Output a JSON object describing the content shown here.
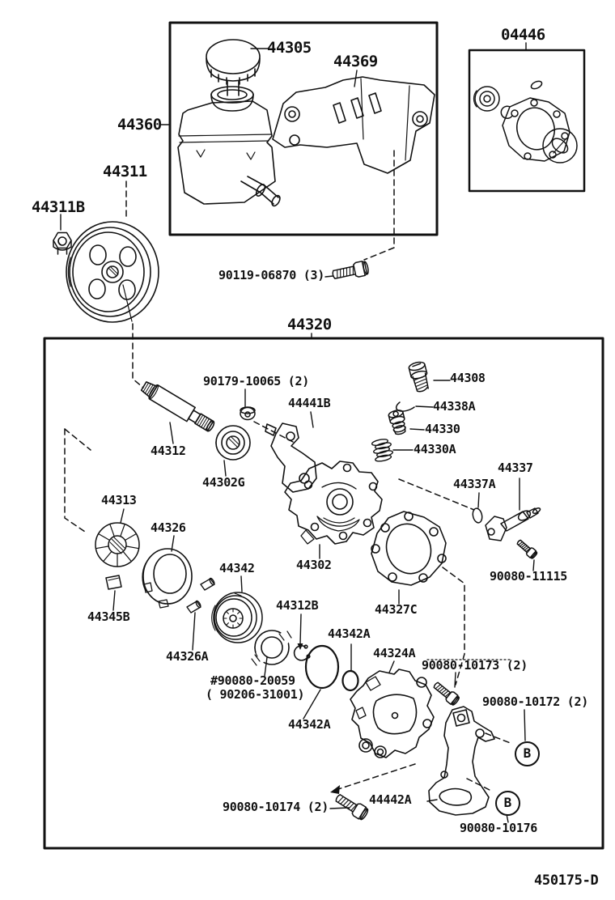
{
  "diagram": {
    "code": "450175-D",
    "assemblies": {
      "reservoir": "44360",
      "pump": "44320",
      "seal_kit": "04446"
    },
    "callouts": {
      "c44305": "44305",
      "c44369": "44369",
      "c44311": "44311",
      "c44311B": "44311B",
      "c90119_06870": "90119-06870 (3)",
      "c90179_10065": "90179-10065 (2)",
      "c44441B": "44441B",
      "c44308": "44308",
      "c44338A": "44338A",
      "c44330": "44330",
      "c44330A": "44330A",
      "c44312": "44312",
      "c44302G": "44302G",
      "c44313": "44313",
      "c44326": "44326",
      "c44345B": "44345B",
      "c44342": "44342",
      "c44326A": "44326A",
      "c44302": "44302",
      "c44327C": "44327C",
      "c44312B": "44312B",
      "c44342A_front": "44342A",
      "c44342A_rear": "44342A",
      "c90080_20059": "#90080-20059",
      "c90206_31001": "( 90206-31001)",
      "c44337": "44337",
      "c44337A": "44337A",
      "c90080_11115": "90080-11115",
      "c44324A": "44324A",
      "c90080_10173": "90080-10173 (2)",
      "c90080_10172": "90080-10172 (2)",
      "c90080_10174": "90080-10174 (2)",
      "c44442A": "44442A",
      "c90080_10176": "90080-10176",
      "badge_b": "B"
    }
  }
}
